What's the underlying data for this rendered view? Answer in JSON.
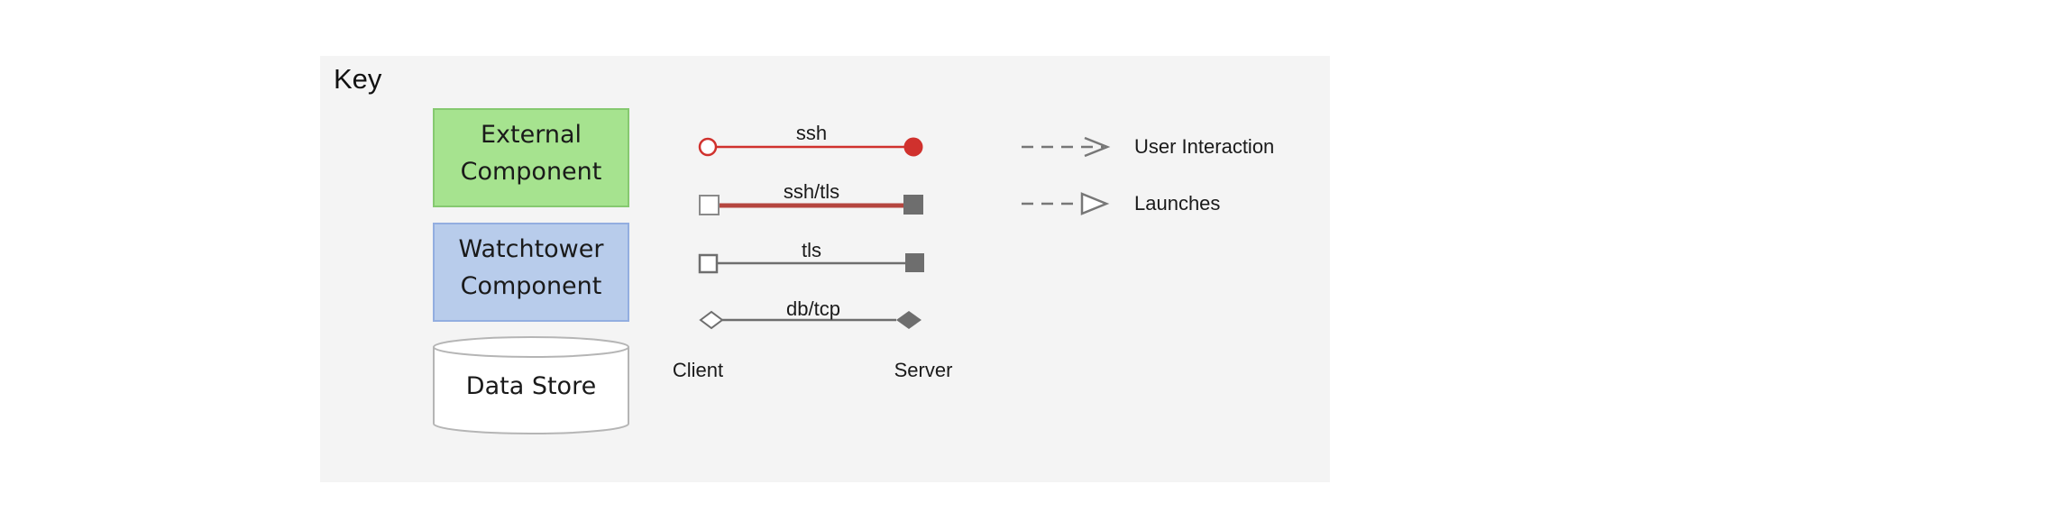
{
  "legend": {
    "title": "Key",
    "components": {
      "external": {
        "line1": "External",
        "line2": "Component",
        "fill": "#a6e38f",
        "stroke": "#86c970"
      },
      "watchtower": {
        "line1": "Watchtower",
        "line2": "Component",
        "fill": "#b8cceb",
        "stroke": "#93aee0"
      },
      "datastore": {
        "label": "Data Store"
      }
    },
    "connections": [
      {
        "label": "ssh"
      },
      {
        "label": "ssh/tls"
      },
      {
        "label": "tls"
      },
      {
        "label": "db/tcp"
      }
    ],
    "endpoints": {
      "client": "Client",
      "server": "Server"
    },
    "arrows": {
      "interaction": "User Interaction",
      "launches": "Launches"
    },
    "colors": {
      "panel": "#f4f4f4",
      "ssh_red": "#d0312d",
      "ssh_tls_red": "#b5463f",
      "gray": "#6e6e6e"
    }
  }
}
